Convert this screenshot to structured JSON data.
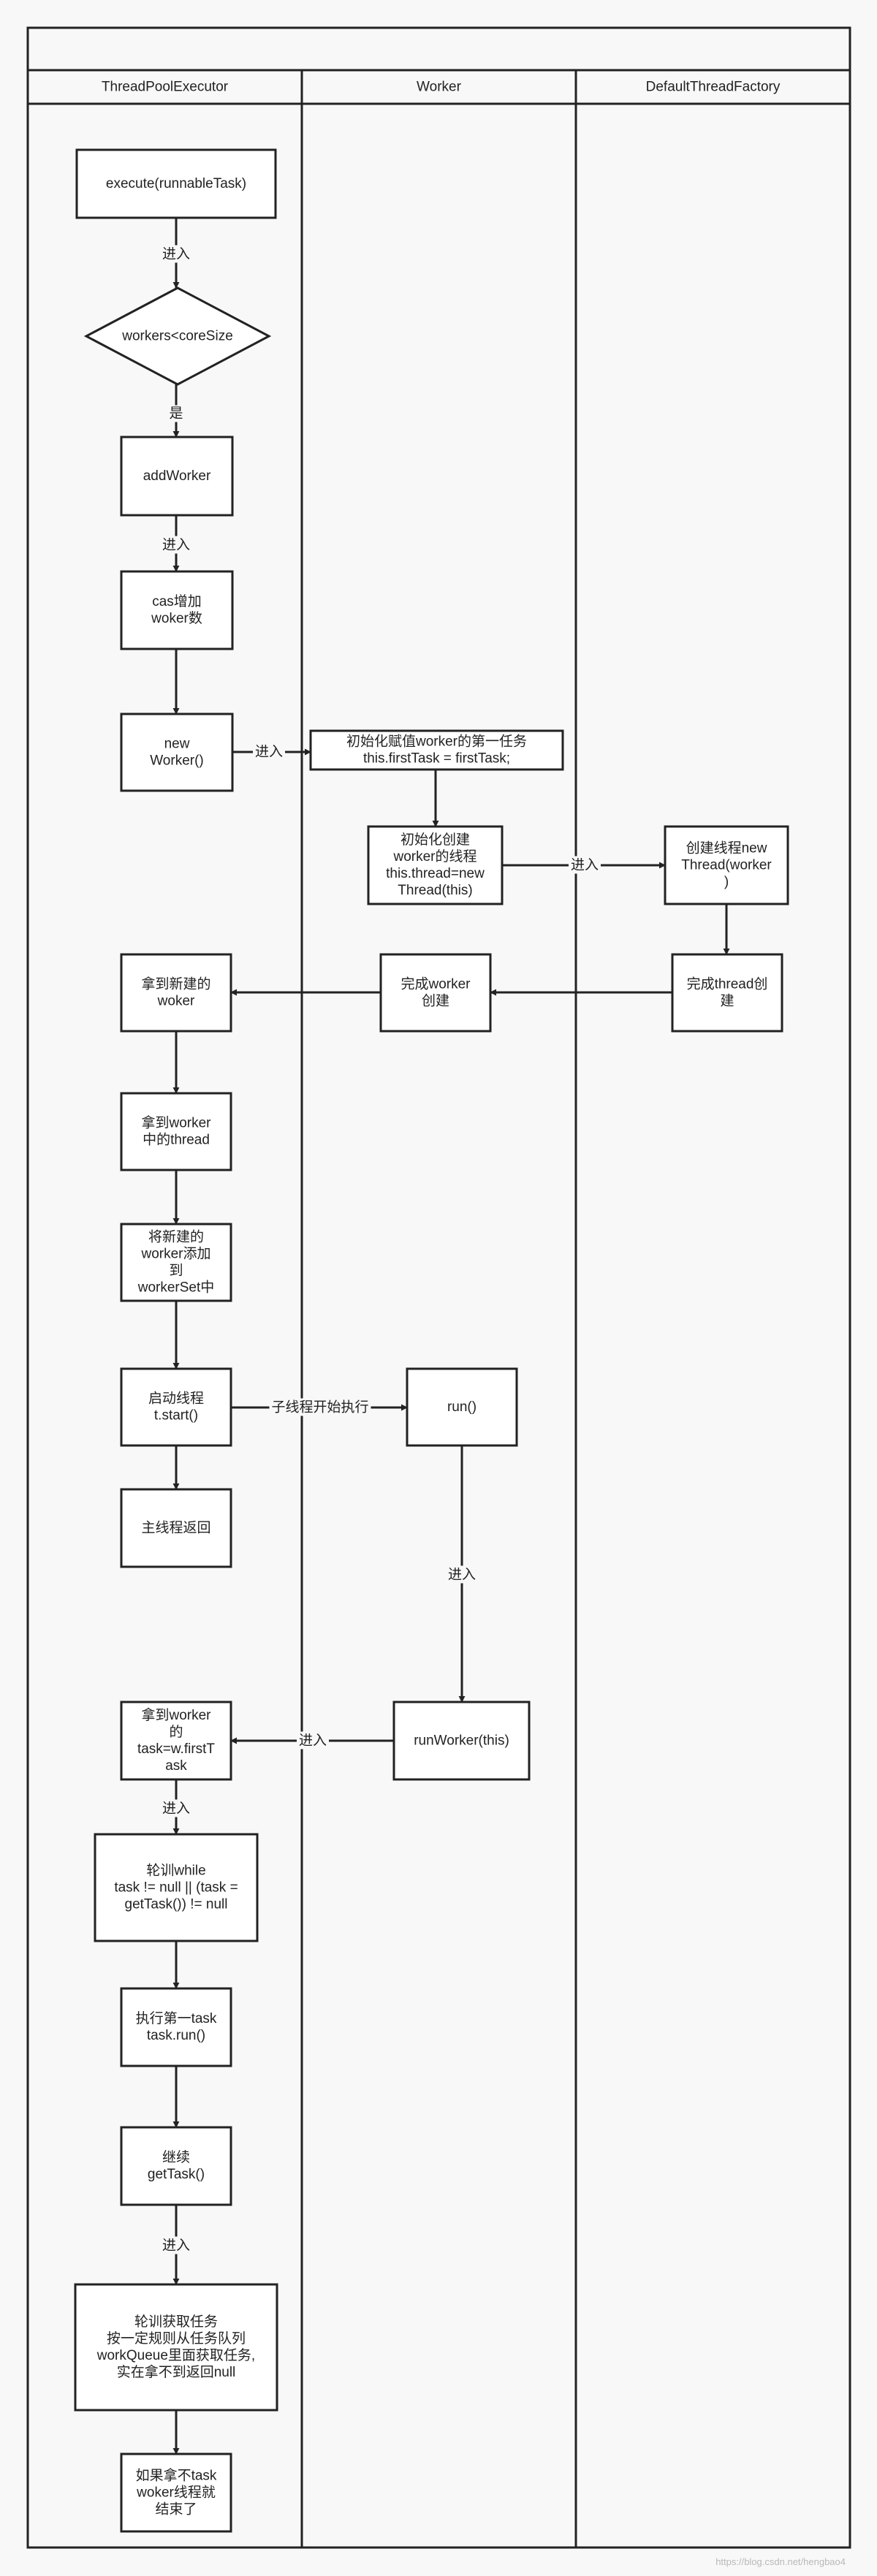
{
  "lanes": [
    {
      "id": "tpe",
      "label": "ThreadPoolExecutor"
    },
    {
      "id": "worker",
      "label": "Worker"
    },
    {
      "id": "factory",
      "label": "DefaultThreadFactory"
    }
  ],
  "nodes": [
    {
      "id": "execute",
      "lines": [
        "execute(runnableTask)"
      ]
    },
    {
      "id": "decision",
      "shape": "diamond",
      "lines": [
        "workers<coreSize"
      ]
    },
    {
      "id": "addWorker",
      "lines": [
        "addWorker"
      ]
    },
    {
      "id": "cas",
      "lines": [
        "cas增加",
        "woker数"
      ]
    },
    {
      "id": "newWorker",
      "lines": [
        "new",
        "Worker()"
      ]
    },
    {
      "id": "initFirstTask",
      "lines": [
        "初始化赋值worker的第一任务",
        "this.firstTask = firstTask;"
      ]
    },
    {
      "id": "initThread",
      "lines": [
        "初始化创建",
        "worker的线程",
        "this.thread=new",
        "Thread(this)"
      ]
    },
    {
      "id": "createThread",
      "lines": [
        "创建线程new",
        "Thread(worker",
        ")"
      ]
    },
    {
      "id": "threadDone",
      "lines": [
        "完成thread创",
        "建"
      ]
    },
    {
      "id": "workerDone",
      "lines": [
        "完成worker",
        "创建"
      ]
    },
    {
      "id": "getNewWorker",
      "lines": [
        "拿到新建的",
        "woker"
      ]
    },
    {
      "id": "getThread",
      "lines": [
        "拿到worker",
        "中的thread"
      ]
    },
    {
      "id": "addToSet",
      "lines": [
        "将新建的",
        "worker添加",
        "到",
        "workerSet中"
      ]
    },
    {
      "id": "start",
      "lines": [
        "启动线程",
        "t.start()"
      ]
    },
    {
      "id": "mainReturn",
      "lines": [
        "主线程返回"
      ]
    },
    {
      "id": "run",
      "lines": [
        "run()"
      ]
    },
    {
      "id": "runWorker",
      "lines": [
        "runWorker(this)"
      ]
    },
    {
      "id": "getTask",
      "lines": [
        "拿到worker",
        "的",
        "task=w.firstT",
        "ask"
      ]
    },
    {
      "id": "loop",
      "lines": [
        "轮训while",
        "task != null || (task =",
        "getTask()) != null"
      ]
    },
    {
      "id": "execFirst",
      "lines": [
        "执行第一task",
        "task.run()"
      ]
    },
    {
      "id": "continue",
      "lines": [
        "继续",
        "getTask()"
      ]
    },
    {
      "id": "poll",
      "lines": [
        "轮训获取任务",
        "按一定规则从任务队列",
        "workQueue里面获取任务,",
        "实在拿不到返回null"
      ]
    },
    {
      "id": "end",
      "lines": [
        "如果拿不task",
        "woker线程就",
        "结束了"
      ]
    }
  ],
  "edges": [
    {
      "from": "execute",
      "to": "decision",
      "label": "进入"
    },
    {
      "from": "decision",
      "to": "addWorker",
      "label": "是"
    },
    {
      "from": "addWorker",
      "to": "cas",
      "label": "进入"
    },
    {
      "from": "cas",
      "to": "newWorker",
      "label": ""
    },
    {
      "from": "newWorker",
      "to": "initFirstTask",
      "label": "进入"
    },
    {
      "from": "initFirstTask",
      "to": "initThread",
      "label": ""
    },
    {
      "from": "initThread",
      "to": "createThread",
      "label": "进入"
    },
    {
      "from": "createThread",
      "to": "threadDone",
      "label": ""
    },
    {
      "from": "threadDone",
      "to": "workerDone",
      "label": ""
    },
    {
      "from": "workerDone",
      "to": "getNewWorker",
      "label": ""
    },
    {
      "from": "getNewWorker",
      "to": "getThread",
      "label": ""
    },
    {
      "from": "getThread",
      "to": "addToSet",
      "label": ""
    },
    {
      "from": "addToSet",
      "to": "start",
      "label": ""
    },
    {
      "from": "start",
      "to": "mainReturn",
      "label": ""
    },
    {
      "from": "start",
      "to": "run",
      "label": "子线程开始执行"
    },
    {
      "from": "run",
      "to": "runWorker",
      "label": "进入"
    },
    {
      "from": "runWorker",
      "to": "getTask",
      "label": "进入"
    },
    {
      "from": "getTask",
      "to": "loop",
      "label": "进入"
    },
    {
      "from": "loop",
      "to": "execFirst",
      "label": ""
    },
    {
      "from": "execFirst",
      "to": "continue",
      "label": ""
    },
    {
      "from": "continue",
      "to": "poll",
      "label": "进入"
    },
    {
      "from": "poll",
      "to": "end",
      "label": ""
    }
  ],
  "watermark": "https://blog.csdn.net/hengbao4"
}
